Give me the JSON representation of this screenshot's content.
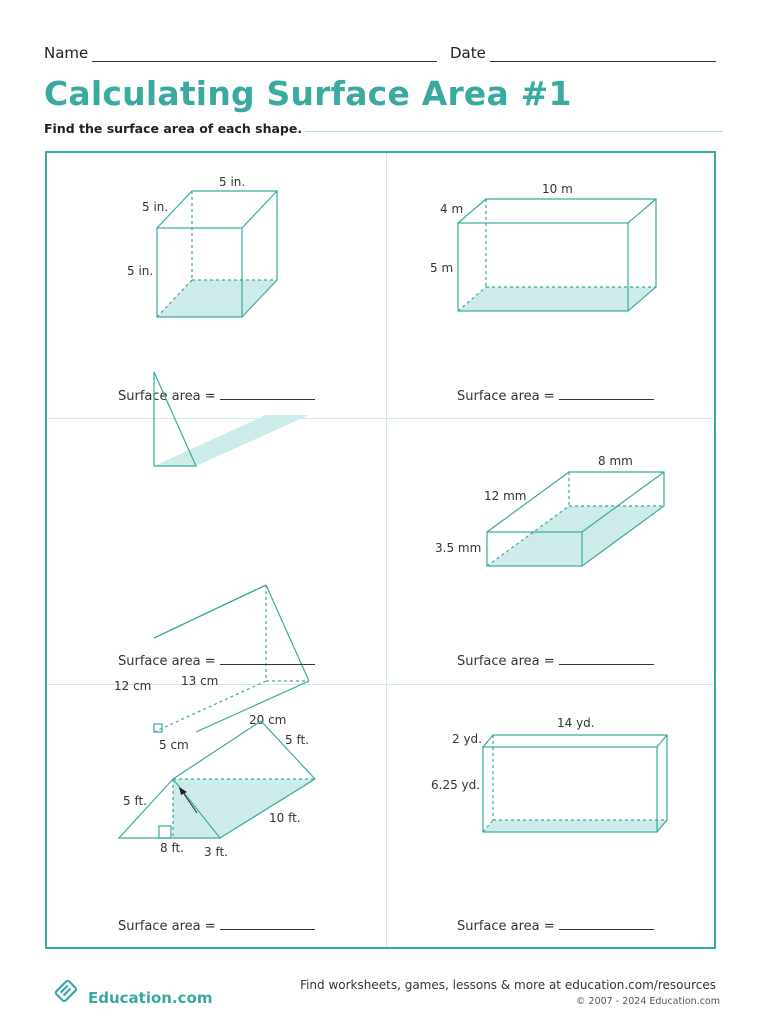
{
  "header": {
    "name_label": "Name",
    "date_label": "Date",
    "title": "Calculating Surface Area #1",
    "instructions": "Find the surface area of each shape."
  },
  "problems": [
    {
      "answer_label": "Surface area =",
      "labels": [
        "5 in.",
        "5 in.",
        "5 in."
      ]
    },
    {
      "answer_label": "Surface area =",
      "labels": [
        "10 m",
        "4 m",
        "5 m"
      ]
    },
    {
      "answer_label": "Surface area =",
      "labels": [
        "12 cm",
        "13 cm",
        "20 cm",
        "5 cm"
      ]
    },
    {
      "answer_label": "Surface area =",
      "labels": [
        "8 mm",
        "12 mm",
        "3.5 mm"
      ]
    },
    {
      "answer_label": "Surface area =",
      "labels": [
        "5 ft.",
        "5 ft.",
        "10 ft.",
        "8 ft.",
        "3 ft."
      ]
    },
    {
      "answer_label": "Surface area =",
      "labels": [
        "14 yd.",
        "2 yd.",
        "6.25 yd."
      ]
    }
  ],
  "footer": {
    "brand": "Education.com",
    "find_text": "Find worksheets, games, lessons & more at education.com/resources",
    "copyright": "© 2007 - 2024 Education.com"
  },
  "colors": {
    "accent": "#3aa9a0",
    "fill": "#cdebe8"
  }
}
